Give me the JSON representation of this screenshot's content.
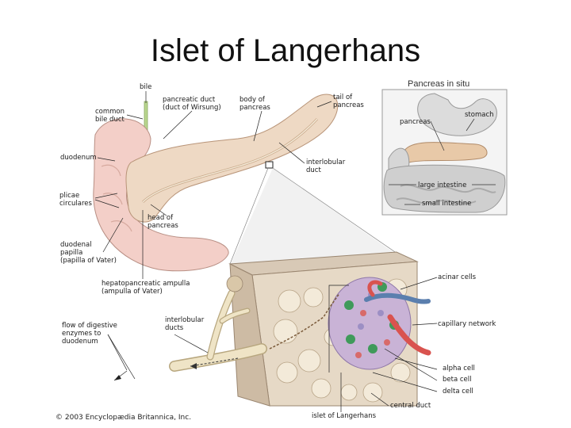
{
  "title": "Islet of Langerhans",
  "inset": {
    "title": "Pancreas in situ",
    "labels": {
      "pancreas": "pancreas",
      "stomach": "stomach",
      "large_intestine": "large intestine",
      "small_intestine": "small intestine"
    }
  },
  "labels": {
    "bile": "bile",
    "common_bile_duct": "common\nbile duct",
    "pancreatic_duct": "pancreatic duct\n(duct of Wirsung)",
    "body_of_pancreas": "body of\npancreas",
    "tail_of_pancreas": "tail of\npancreas",
    "duodenum": "duodenum",
    "interlobular_duct": "interlobular\nduct",
    "plicae_circulares": "plicae\ncirculares",
    "head_of_pancreas": "head of\npancreas",
    "duodenal_papilla": "duodenal\npapilla\n(papilla of Vater)",
    "hepatopancreatic_ampulla": "hepatopancreatic ampulla\n(ampulla of Vater)",
    "acinar_cells": "acinar cells",
    "flow_of_digestive_enzymes": "flow of digestive\nenzymes to\nduodenum",
    "interlobular_ducts": "interlobular\nducts",
    "capillary_network": "capillary network",
    "alpha_cell": "alpha cell",
    "beta_cell": "beta cell",
    "delta_cell": "delta cell",
    "central_duct": "central duct",
    "islet_of_langerhans": "islet of Langerhans"
  },
  "credit": "© 2003 Encyclopædia Britannica, Inc.",
  "colors": {
    "pancreas": "#eed9c4",
    "pancreas_outline": "#b89478",
    "duodenum": "#f3cfc8",
    "islet": "#c9b3d6",
    "alpha_cell": "#3f9a5a",
    "beta_cell": "#9c8fc4",
    "delta_cell": "#d86a6a",
    "capillary_red": "#d9534f",
    "capillary_blue": "#5b7fae",
    "duct": "#efe4c6"
  }
}
